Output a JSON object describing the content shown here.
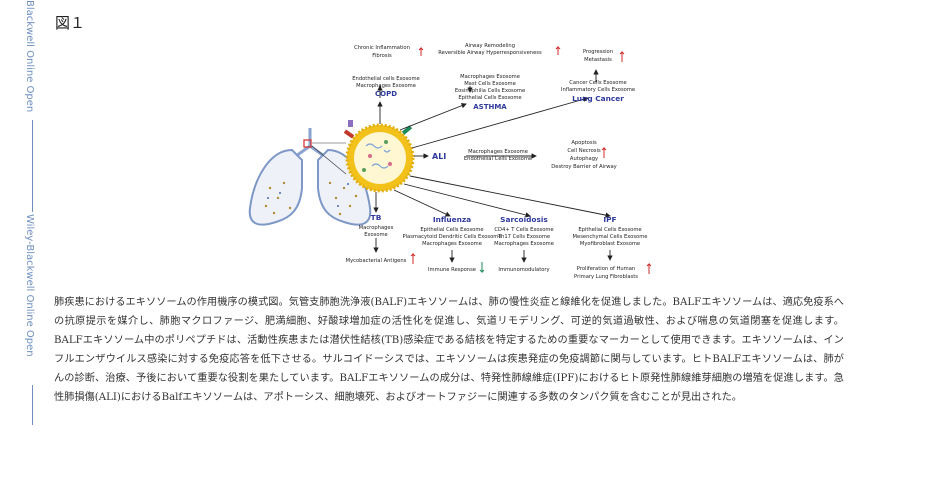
{
  "sidebar": {
    "text_top": "Blackwell Online Open",
    "text_bottom": "Wiley-Blackwell Online Open"
  },
  "figure_label": "図１",
  "diagram": {
    "center": "ALI",
    "copd": {
      "title": "COPD",
      "effects": [
        "Chronic Inflammation",
        "Fibrosis"
      ],
      "exosomes": [
        "Endothelial cells Exosome",
        "Macrophages Exosome"
      ]
    },
    "asthma": {
      "title": "ASTHMA",
      "effects": [
        "Airway Remodeling",
        "Reversible Airway Hyperresponsiveness"
      ],
      "exosomes": [
        "Macrophages Exosome",
        "Mast Cells Exosome",
        "Eosinophilia Cells Exosome",
        "Epithelial Cells Exosome"
      ]
    },
    "lung_cancer": {
      "title": "Lung Cancer",
      "effects": [
        "Progression",
        "Metastasis"
      ],
      "exosomes": [
        "Cancer Cells Exosome",
        "Inflammatory Cells Exosome"
      ]
    },
    "ali": {
      "exosomes": [
        "Macrophages Exosome",
        "Endothelial Cells Exosome"
      ],
      "effects": [
        "Apoptosis",
        "Cell Necrosis",
        "Autophagy",
        "Destroy Barrier of Airway"
      ]
    },
    "tb": {
      "title": "TB",
      "exosomes": [
        "Macrophages",
        "Exosome"
      ],
      "effect": "Mycobacterial Antigens"
    },
    "influenza": {
      "title": "Influenza",
      "exosomes": [
        "Epithelial Cells Exosome",
        "Plasmacytoid Dendritic Cells Exosome",
        "Macrophages Exosome"
      ],
      "effect": "Immune Response"
    },
    "sarcoidosis": {
      "title": "Sarcoidosis",
      "exosomes": [
        "CD4+ T Cells Exosome",
        "Th17 Cells Exosome",
        "Macrophages Exosome"
      ],
      "effect": "Immunomodulatory"
    },
    "ipf": {
      "title": "IPF",
      "exosomes": [
        "Epithelial Cells Exosome",
        "Mesenchymal Cells Exosome",
        "Myofibroblast Exosome"
      ],
      "effects": [
        "Proliferation of Human",
        "Primary Lung Fibroblasts"
      ]
    }
  },
  "caption": "肺疾患におけるエキソソームの作用機序の模式図。気管支肺胞洗浄液(BALF)エキソソームは、肺の慢性炎症と線維化を促進しました。BALFエキソソームは、適応免疫系への抗原提示を媒介し、肺胞マクロファージ、肥満細胞、好酸球増加症の活性化を促進し、気道リモデリング、可逆的気道過敏性、および喘息の気道閉塞を促進します。BALFエキソソーム中のポリペプチドは、活動性疾患または潜伏性結核(TB)感染症である結核を特定するための重要なマーカーとして使用できます。エキソソームは、インフルエンザウイルス感染に対する免疫応答を低下させる。サルコイドーシスでは、エキソソームは疾患発症の免疫調節に関与しています。ヒトBALFエキソソームは、肺がんの診断、治療、予後において重要な役割を果たしています。BALFエキソソームの成分は、特発性肺線維症(IPF)におけるヒト原発性肺線維芽細胞の増殖を促進します。急性肺損傷(ALI)におけるBalfエキソソームは、アポトーシス、細胞壊死、およびオートファジーに関連する多数のタンパク質を含むことが見出された。",
  "colors": {
    "title_blue": "#2f3a9c",
    "arrow_red": "#d02a2a",
    "exosome_yellow": "#f2c21b",
    "lung_blue": "#6f8fc0"
  }
}
